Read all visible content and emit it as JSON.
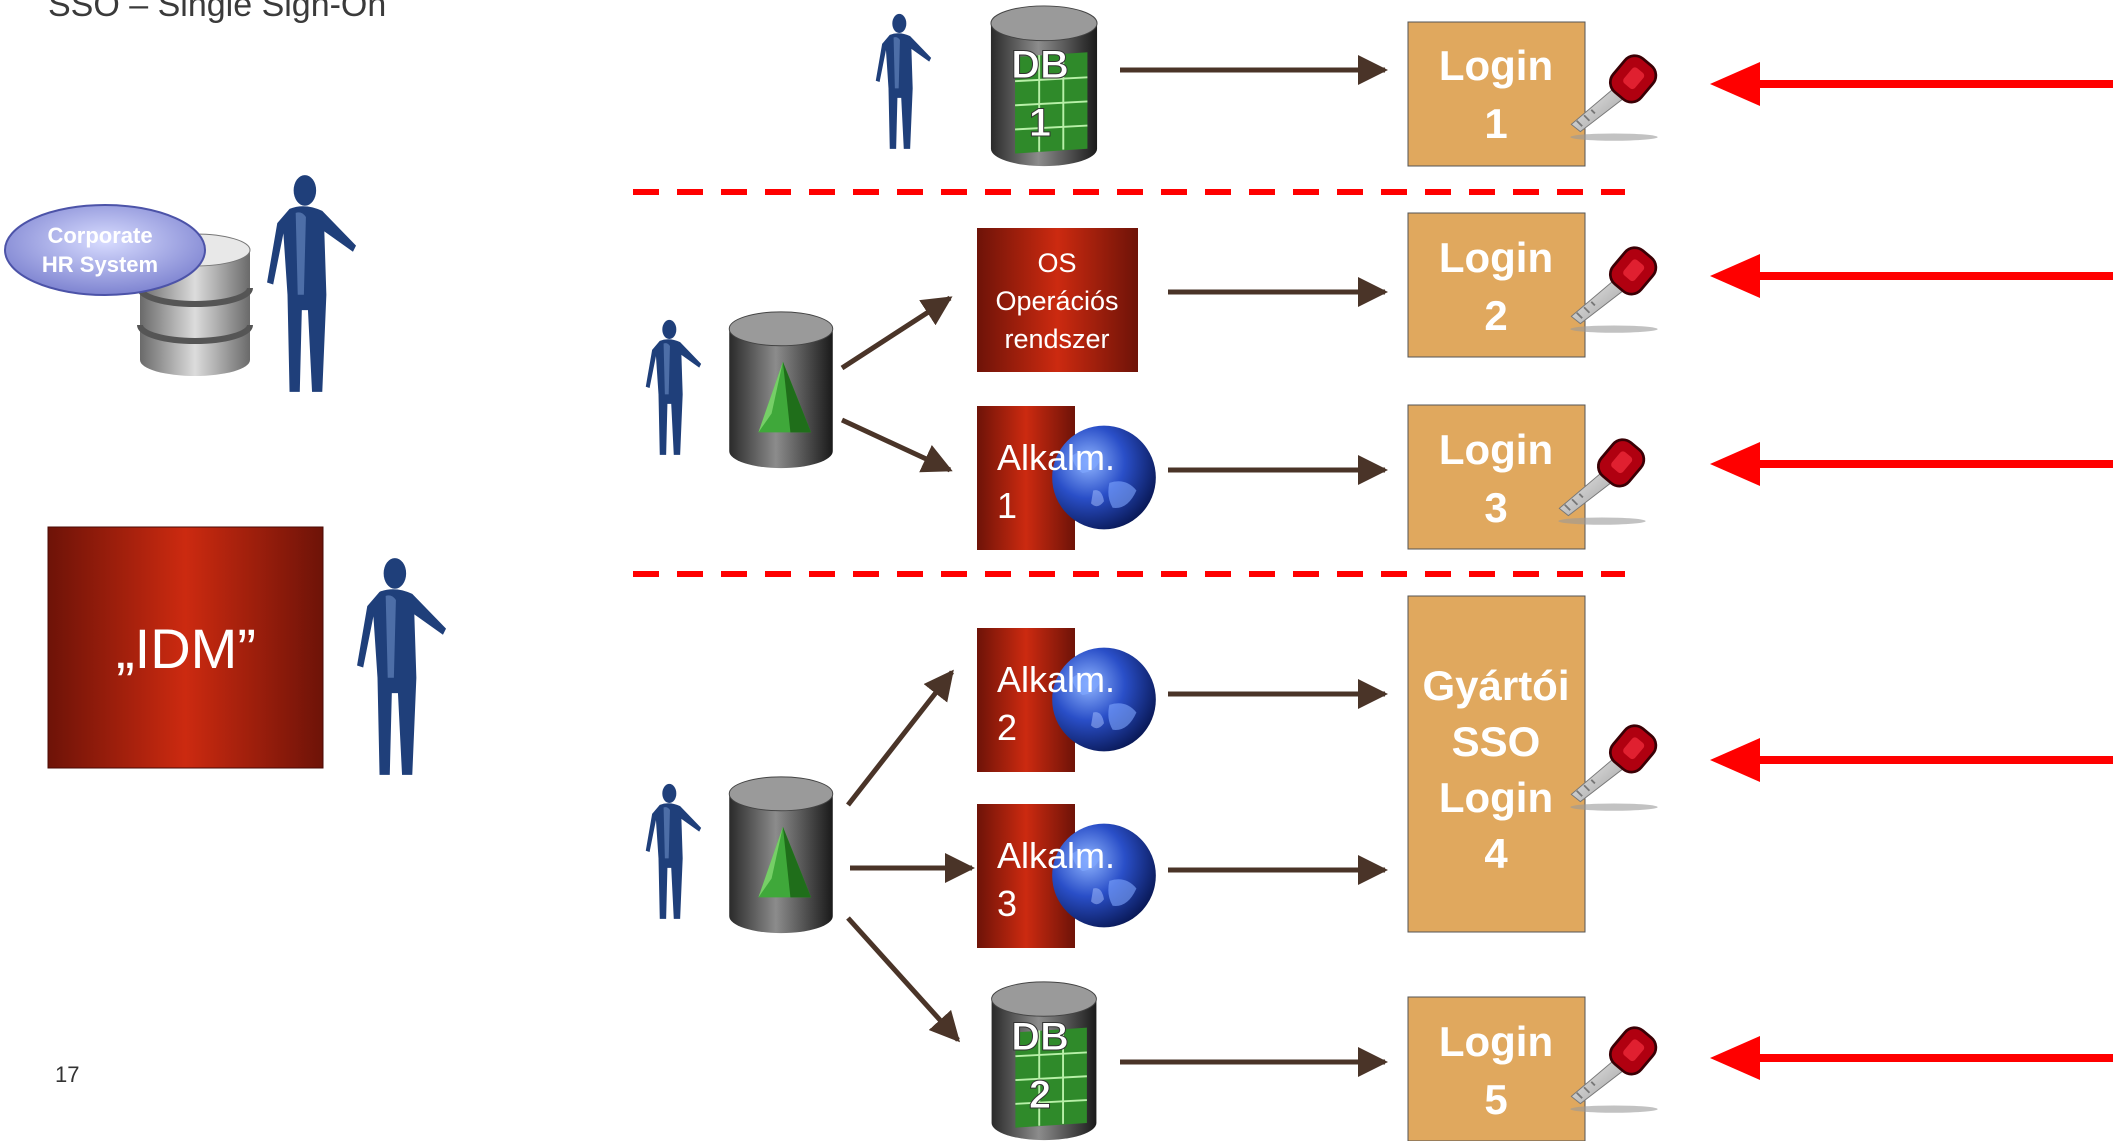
{
  "slide": {
    "title": "SSO – Single Sign-On",
    "page_number": "17"
  },
  "left": {
    "hr_system_line1": "Corporate",
    "hr_system_line2": "HR System",
    "idm_label": "„IDM”"
  },
  "db1": {
    "line1": "DB",
    "line2": "1"
  },
  "db2": {
    "line1": "DB",
    "line2": "2"
  },
  "os_box": {
    "line1": "OS",
    "line2": "Operációs",
    "line3": "rendszer"
  },
  "apps": [
    {
      "line1": "Alkalm.",
      "line2": "1"
    },
    {
      "line1": "Alkalm.",
      "line2": "2"
    },
    {
      "line1": "Alkalm.",
      "line2": "3"
    }
  ],
  "logins": [
    {
      "line1": "Login",
      "line2": "1"
    },
    {
      "line1": "Login",
      "line2": "2"
    },
    {
      "line1": "Login",
      "line2": "3"
    },
    {
      "line1": "Gyártói",
      "line2": "SSO",
      "line3": "Login",
      "line4": "4"
    },
    {
      "line1": "Login",
      "line2": "5"
    }
  ],
  "colors": {
    "login_box": "#e0a85e",
    "dark_red": "#8b1a0a",
    "red_arrow": "#ff0000",
    "brown_arrow": "#4a3428",
    "person": "#1f3f7a"
  }
}
